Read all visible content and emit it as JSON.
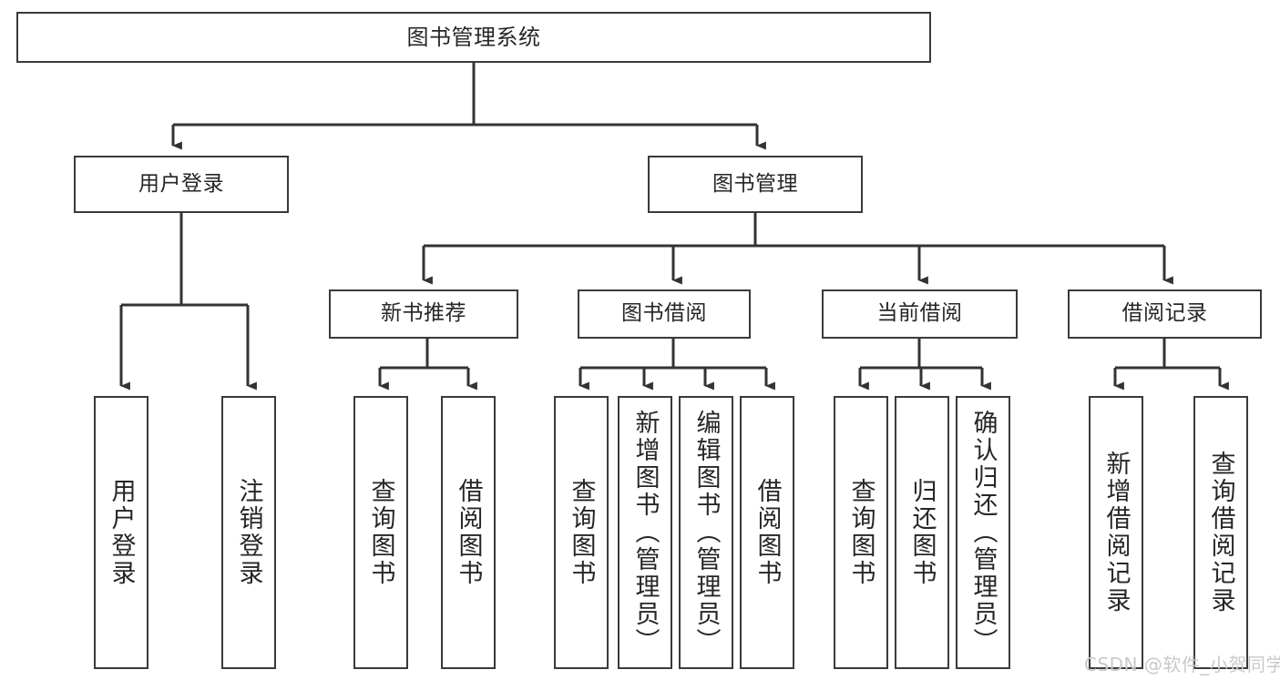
{
  "diagram": {
    "title": "图书管理系统",
    "type": "functional-structure-tree",
    "root": {
      "id": "root",
      "label": "图书管理系统"
    },
    "level1": [
      {
        "id": "user-login",
        "label": "用户登录"
      },
      {
        "id": "book-management",
        "label": "图书管理"
      }
    ],
    "level2": [
      {
        "id": "new-book-recommend",
        "label": "新书推荐",
        "parent": "book-management"
      },
      {
        "id": "book-borrow",
        "label": "图书借阅",
        "parent": "book-management"
      },
      {
        "id": "current-borrow",
        "label": "当前借阅",
        "parent": "book-management"
      },
      {
        "id": "borrow-record",
        "label": "借阅记录",
        "parent": "book-management"
      }
    ],
    "leaves": [
      {
        "id": "leaf-user-login",
        "label": "用户登录",
        "parent": "user-login"
      },
      {
        "id": "leaf-logout",
        "label": "注销登录",
        "parent": "user-login"
      },
      {
        "id": "leaf-query-book-1",
        "label": "查询图书",
        "parent": "new-book-recommend"
      },
      {
        "id": "leaf-borrow-book-1",
        "label": "借阅图书",
        "parent": "new-book-recommend"
      },
      {
        "id": "leaf-query-book-2",
        "label": "查询图书",
        "parent": "book-borrow"
      },
      {
        "id": "leaf-add-book",
        "label": "新增图书（管理员）",
        "parent": "book-borrow"
      },
      {
        "id": "leaf-edit-book",
        "label": "编辑图书（管理员）",
        "parent": "book-borrow"
      },
      {
        "id": "leaf-borrow-book-2",
        "label": "借阅图书",
        "parent": "book-borrow"
      },
      {
        "id": "leaf-query-book-3",
        "label": "查询图书",
        "parent": "current-borrow"
      },
      {
        "id": "leaf-return-book",
        "label": "归还图书",
        "parent": "current-borrow"
      },
      {
        "id": "leaf-confirm-return",
        "label": "确认归还（管理员）",
        "parent": "current-borrow"
      },
      {
        "id": "leaf-add-record",
        "label": "新增借阅记录",
        "parent": "borrow-record"
      },
      {
        "id": "leaf-query-record",
        "label": "查询借阅记录",
        "parent": "borrow-record"
      }
    ],
    "watermark": "CSDN @软件_小贺同学",
    "colors": {
      "border": "#3a3a3a",
      "text": "#262626",
      "background": "#ffffff",
      "edge": "#333333",
      "watermark": "#c9c9c9"
    }
  }
}
